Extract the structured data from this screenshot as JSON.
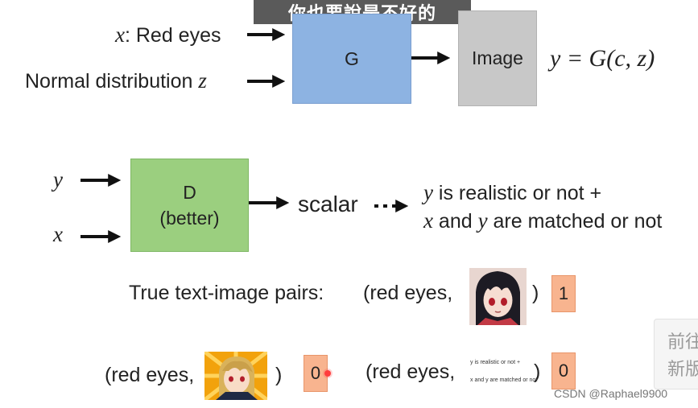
{
  "banner": "你也要說是不好的",
  "generator": {
    "input_x_var": "x",
    "input_x_text": ": Red eyes",
    "input_z_text": "Normal distribution",
    "input_z_var": "z",
    "label": "G",
    "output_label": "Image",
    "equation": "y = G(c, z)"
  },
  "discriminator": {
    "input_y": "y",
    "input_x": "x",
    "title": "D",
    "subtitle": "(better)",
    "output": "scalar",
    "desc_line1_var": "y",
    "desc_line1_text": " is realistic or not +",
    "desc_line2_var1": "x",
    "desc_line2_mid": " and ",
    "desc_line2_var2": "y",
    "desc_line2_text": " are matched or not"
  },
  "pairs": {
    "true_label": "True text-image pairs:",
    "open1": "(red eyes,",
    "close1": ")",
    "score1": "1",
    "open2": "(red eyes,",
    "close2": ")",
    "score2": "0",
    "open3": "(red eyes,",
    "noise_line1": "y is realistic or not +",
    "noise_line2": "x and y are matched or not",
    "close3": ")",
    "score3": "0"
  },
  "side_panel": {
    "line1": "前往",
    "line2": "新版"
  },
  "watermark": "CSDN @Raphael9900",
  "colors": {
    "g_box": "#8db3e2",
    "d_box": "#9bcf7f",
    "image_box": "#c8c8c8",
    "score_box": "#f8b48f"
  }
}
